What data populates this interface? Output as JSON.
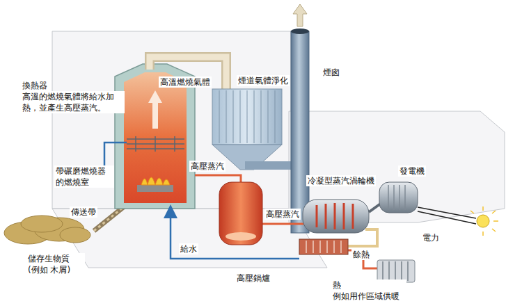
{
  "diagram": {
    "labels": [
      "換熱器",
      "高溫的燃燒氣體將給水加 熱，並產生高壓蒸汽。",
      "高溫燃燒氣體",
      "煙道氣體淨化",
      "煙囪",
      "高壓蒸汽",
      "帶碾磨燃燒器 的燃燒室",
      "冷凝型蒸汽渦輪機",
      "發電機",
      "傳送帶",
      "高壓蒸汽",
      "電力",
      "給水",
      "餘熱",
      "儲存生物質 (例如 木屑)",
      "高壓鍋爐",
      "熱 例如用作區域供暖"
    ]
  }
}
